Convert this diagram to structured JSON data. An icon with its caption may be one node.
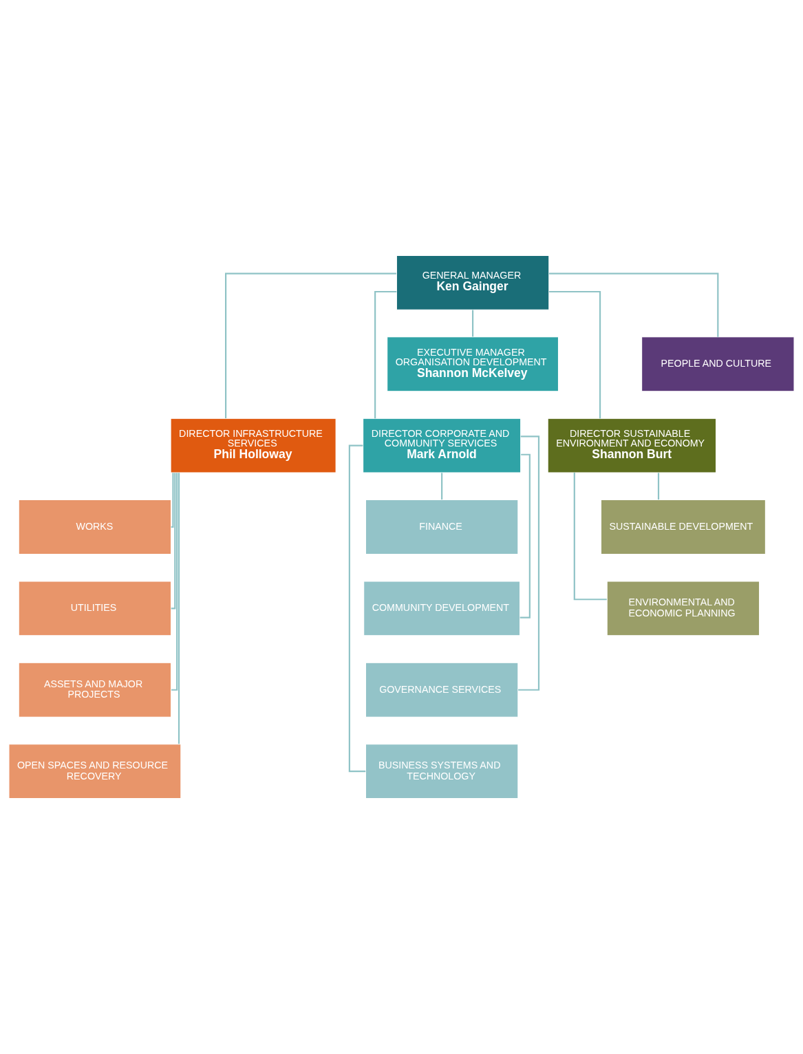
{
  "diagram": {
    "nodes": [
      {
        "text": [
          "GENERAL MANAGER",
          "Ken Gainger"
        ]
      },
      {
        "text": [
          "EXECUTIVE MANAGER ORGANISATION DEVELOPMENT",
          "Shannon McKelvey"
        ]
      },
      {
        "text": [
          "PEOPLE AND CULTURE"
        ]
      },
      {
        "text": [
          "DIRECTOR INFRASTRUCTURE SERVICES",
          "Phil Holloway"
        ]
      },
      {
        "text": [
          "DIRECTOR CORPORATE AND COMMUNITY SERVICES",
          "Mark Arnold"
        ]
      },
      {
        "text": [
          "DIRECTOR SUSTAINABLE ENVIRONMENT AND ECONOMY",
          "Shannon Burt"
        ]
      },
      {
        "text": [
          "WORKS"
        ]
      },
      {
        "text": [
          "UTILITIES"
        ]
      },
      {
        "text": [
          "ASSETS AND MAJOR PROJECTS"
        ]
      },
      {
        "text": [
          "OPEN SPACES AND RESOURCE RECOVERY"
        ]
      },
      {
        "text": [
          "FINANCE"
        ]
      },
      {
        "text": [
          "COMMUNITY DEVELOPMENT"
        ]
      },
      {
        "text": [
          "GOVERNANCE SERVICES"
        ]
      },
      {
        "text": [
          "BUSINESS SYSTEMS AND TECHNOLOGY"
        ]
      },
      {
        "text": [
          "SUSTAINABLE DEVELOPMENT"
        ]
      },
      {
        "text": [
          "ENVIRONMENTAL AND ECONOMIC PLANNING"
        ]
      }
    ],
    "edges": [
      {
        "from": 0,
        "to": 1,
        "arrow": "none"
      },
      {
        "from": 0,
        "to": 2,
        "arrow": "none"
      },
      {
        "from": 0,
        "to": 3,
        "arrow": "none"
      },
      {
        "from": 0,
        "to": 4,
        "arrow": "none"
      },
      {
        "from": 0,
        "to": 5,
        "arrow": "none"
      },
      {
        "from": 3,
        "to": 6,
        "arrow": "none"
      },
      {
        "from": 3,
        "to": 7,
        "arrow": "none"
      },
      {
        "from": 3,
        "to": 8,
        "arrow": "none"
      },
      {
        "from": 3,
        "to": 9,
        "arrow": "none"
      },
      {
        "from": 4,
        "to": 10,
        "arrow": "none"
      },
      {
        "from": 4,
        "to": 11,
        "arrow": "none"
      },
      {
        "from": 4,
        "to": 12,
        "arrow": "none"
      },
      {
        "from": 4,
        "to": 13,
        "arrow": "none"
      },
      {
        "from": 5,
        "to": 14,
        "arrow": "none"
      },
      {
        "from": 5,
        "to": 15,
        "arrow": "none"
      }
    ]
  }
}
